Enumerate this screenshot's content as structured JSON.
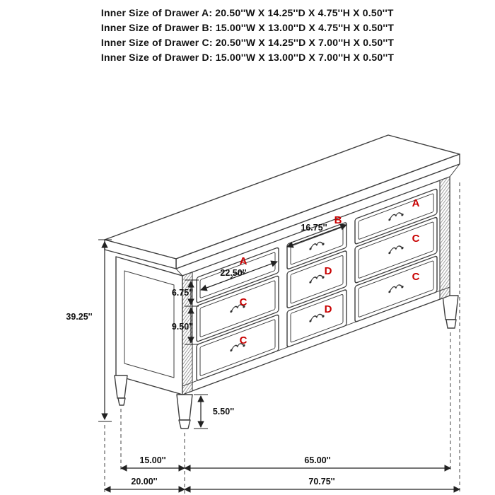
{
  "title_lines": [
    "Inner Size of Drawer A: 20.50''W X 14.25''D X 4.75''H X 0.50''T",
    "Inner Size of Drawer B: 15.00''W X 13.00''D X 4.75''H X 0.50''T",
    "Inner Size of Drawer C: 20.50''W X 14.25''D X 7.00''H X 0.50''T",
    "Inner Size of Drawer D: 15.00''W X 13.00''D X 7.00''H X 0.50''T"
  ],
  "annotations": {
    "overall_height": "39.25''",
    "left_drawer_width": "22.50''",
    "middle_drawer_width": "16.75''",
    "top_drawer_height": "6.75''",
    "lower_drawer_height": "9.50''",
    "leg_height": "5.50''",
    "side_leg_spacing": "15.00''",
    "overall_depth": "20.00''",
    "front_leg_spacing": "65.00''",
    "overall_width": "70.75''"
  },
  "drawer_letters": {
    "left_top": "A",
    "left_middle": "C",
    "left_bottom": "C",
    "center_top": "B",
    "center_middle": "D",
    "center_bottom": "D",
    "right_top": "A",
    "right_middle": "C",
    "right_bottom": "C"
  },
  "colors": {
    "line": "#3f3f3f",
    "dimension_text": "#111111",
    "drawer_letter_red": "#c80000",
    "background": "#ffffff"
  }
}
